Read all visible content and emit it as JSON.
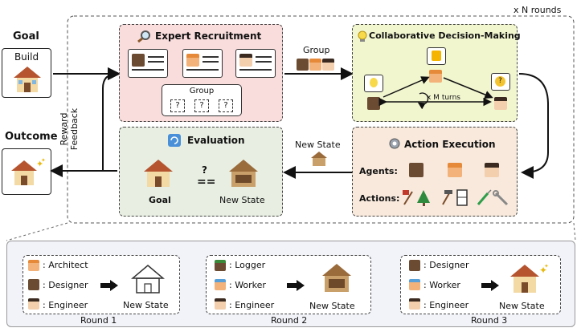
{
  "rounds_label": "x N rounds",
  "goal": {
    "title": "Goal",
    "box_text": "Build"
  },
  "outcome": {
    "title": "Outcome"
  },
  "feedback": {
    "line1": "Reward",
    "line2": "Feedback"
  },
  "recruitment": {
    "title": "Expert Recruitment",
    "group_label": "Group",
    "unknown": "?"
  },
  "group_arrow_label": "Group",
  "decision": {
    "title": "Collaborative Decision-Making",
    "turns": "x M turns",
    "question": "?"
  },
  "evaluation": {
    "title": "Evaluation",
    "left_label": "Goal",
    "right_label": "New State",
    "op_top": "?",
    "op": "=="
  },
  "new_state_arrow_label": "New State",
  "action": {
    "title": "Action Execution",
    "agents_label": "Agents:",
    "actions_label": "Actions:"
  },
  "round1": {
    "roles": [
      ": Architect",
      ": Designer",
      ": Engineer"
    ],
    "state_label": "New State",
    "caption": "Round 1"
  },
  "round2": {
    "roles": [
      ": Logger",
      ": Worker",
      ": Engineer"
    ],
    "state_label": "New State",
    "caption": "Round 2"
  },
  "round3": {
    "roles": [
      ": Designer",
      ": Worker",
      ": Engineer"
    ],
    "state_label": "New State",
    "caption": "Round 3"
  },
  "colors": {
    "recruit_bg": "#f9dcdc",
    "decision_bg": "#f2f6cf",
    "eval_bg": "#e8efe2",
    "action_bg": "#f8e9dc",
    "bottom_bg": "#f2f3f8"
  }
}
